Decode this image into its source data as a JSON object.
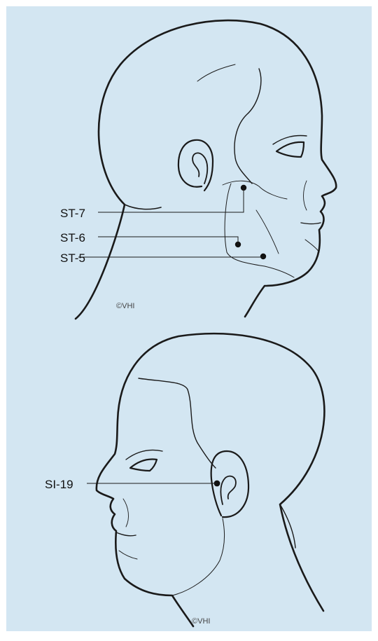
{
  "background_color": "#d3e6f2",
  "outline_color": "#1a1a1a",
  "point_color": "#111111",
  "top_view": {
    "labels": {
      "st7": "ST-7",
      "st6": "ST-6",
      "st5": "ST-5"
    },
    "copyright": "©VHI"
  },
  "bottom_view": {
    "labels": {
      "si19": "SI-19"
    },
    "copyright": "©VHI"
  }
}
